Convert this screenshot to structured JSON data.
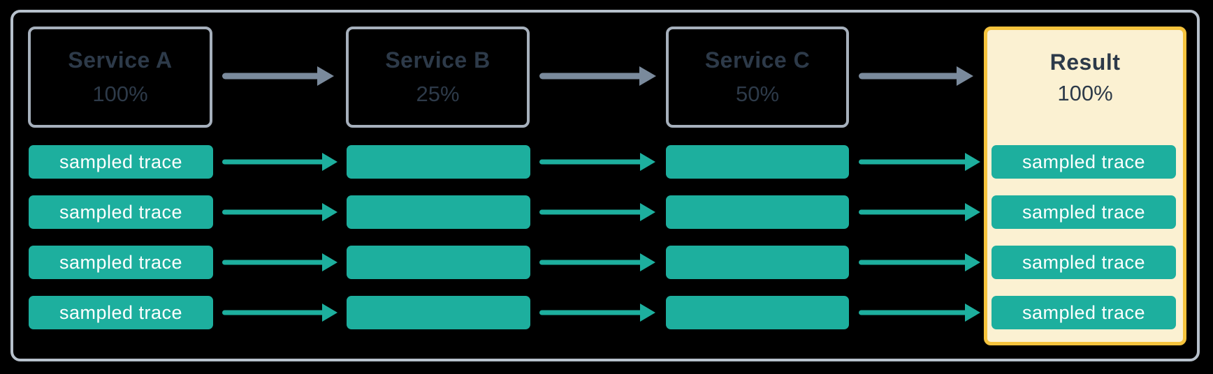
{
  "diagram": {
    "description": "trace-sampling-flow",
    "columns": [
      {
        "title": "Service A",
        "rate": "100%",
        "kind": "service",
        "traces": [
          "sampled trace",
          "sampled trace",
          "sampled trace",
          "sampled trace"
        ]
      },
      {
        "title": "Service B",
        "rate": "25%",
        "kind": "service",
        "traces": [
          "",
          "",
          "",
          ""
        ]
      },
      {
        "title": "Service C",
        "rate": "50%",
        "kind": "service",
        "traces": [
          "",
          "",
          "",
          ""
        ]
      },
      {
        "title": "Result",
        "rate": "100%",
        "kind": "result",
        "traces": [
          "sampled trace",
          "sampled trace",
          "sampled trace",
          "sampled trace"
        ]
      }
    ],
    "colors": {
      "background": "#000000",
      "outer_border": "#b7c1cc",
      "service_box_border": "#a6b0bc",
      "heading_text": "#2d3a49",
      "trace_bar": "#1daf9e",
      "trace_text": "#ffffff",
      "flow_arrow": "#7a8a9c",
      "result_background": "#fbf1d2",
      "result_border": "#f5c33d"
    }
  }
}
